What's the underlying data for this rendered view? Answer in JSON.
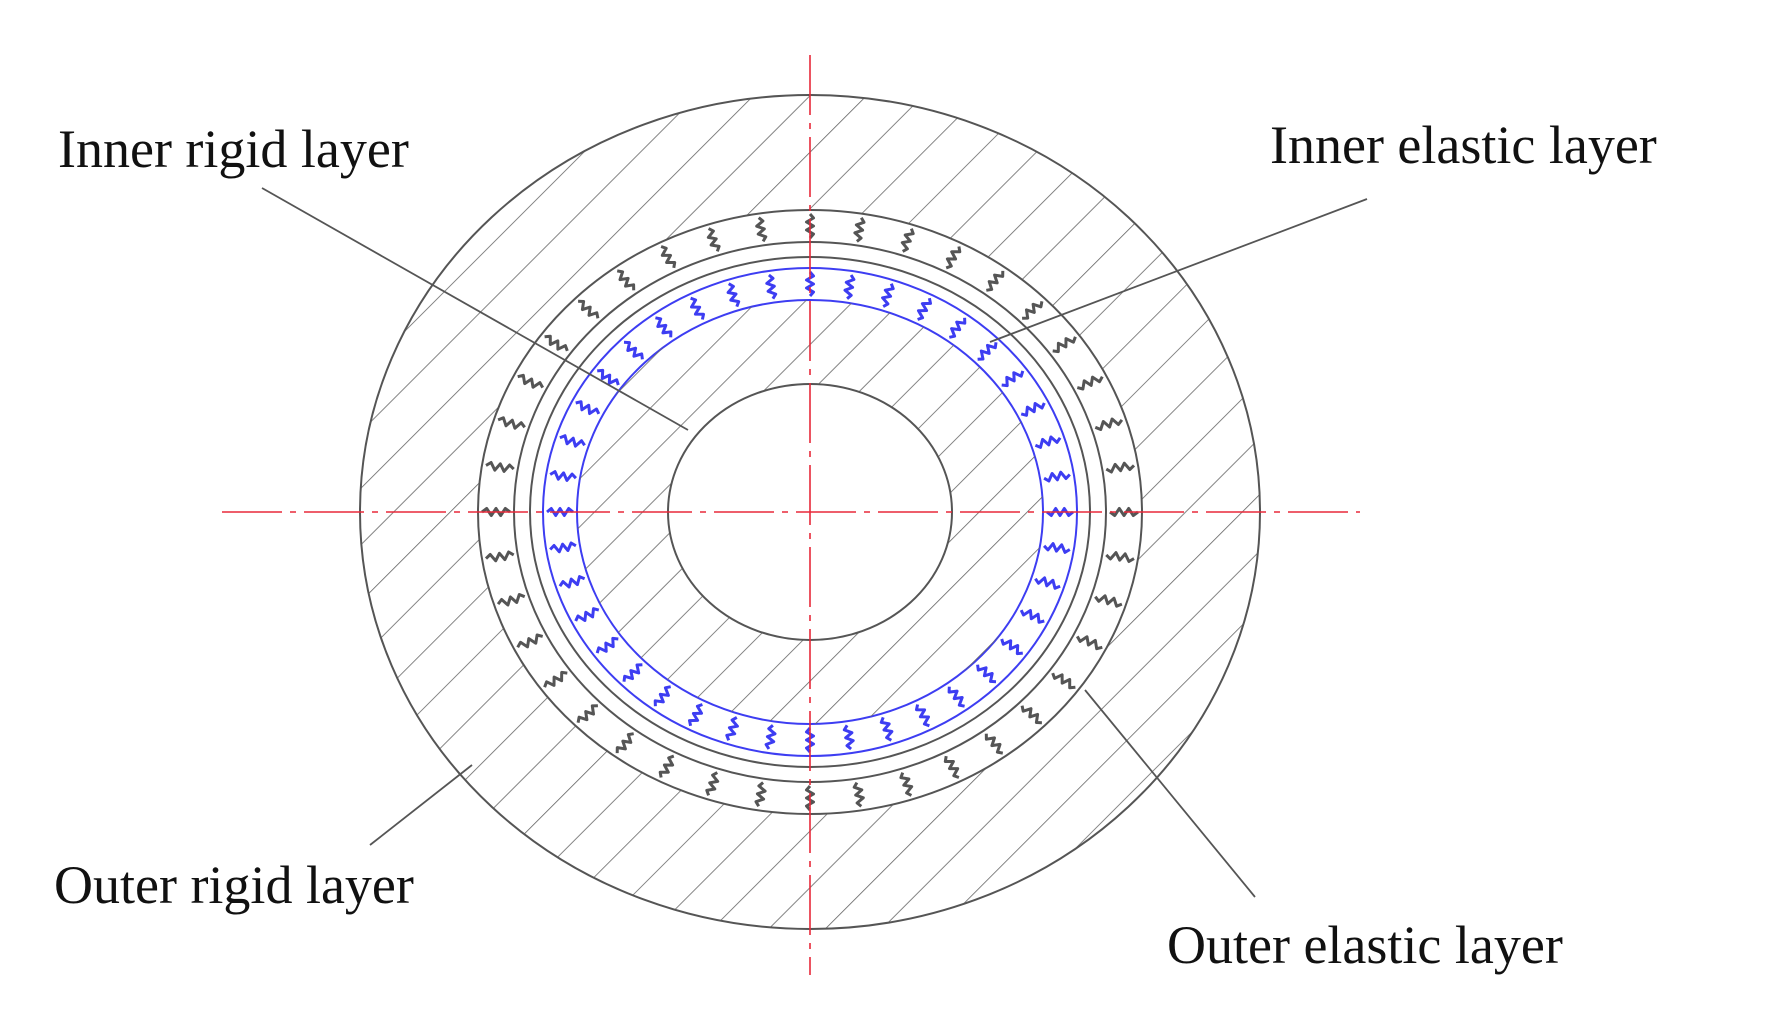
{
  "labels": {
    "inner_rigid": "Inner rigid layer",
    "inner_elastic": "Inner elastic layer",
    "outer_rigid": "Outer rigid layer",
    "outer_elastic": "Outer elastic layer"
  },
  "colors": {
    "centerline": "#e8293a",
    "inner_elastic_ring": "#3d3df2",
    "outline": "#555555",
    "spring_outer": "#555555"
  }
}
